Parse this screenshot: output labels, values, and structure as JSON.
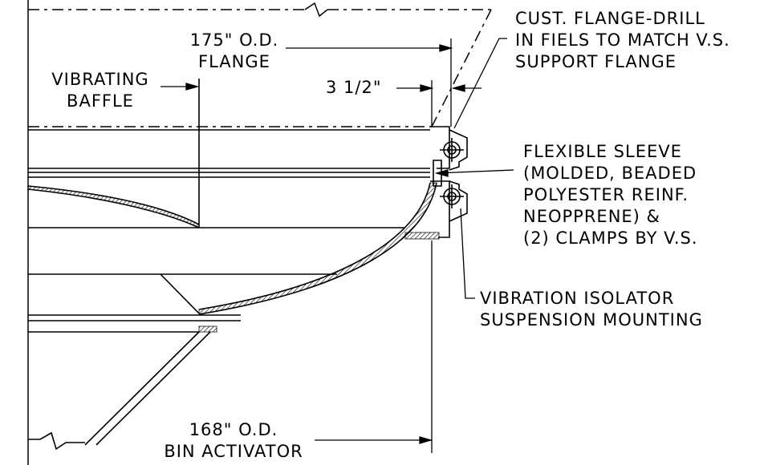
{
  "labels": {
    "cust_flange": [
      "CUST. FLANGE-DRILL",
      "IN FIELS TO MATCH V.S.",
      "SUPPORT FLANGE"
    ],
    "od_175": [
      "175\" O.D.",
      "FLANGE"
    ],
    "vibrating_baffle": [
      "VIBRATING",
      "BAFFLE"
    ],
    "dim_3_5": "3 1/2\"",
    "flexible_sleeve": [
      "FLEXIBLE SLEEVE",
      "(MOLDED, BEADED",
      "POLYESTER REINF.",
      "NEOPPRENE) &",
      "(2) CLAMPS BY V.S."
    ],
    "vibration_isolator": [
      "VIBRATION ISOLATOR",
      "SUSPENSION MOUNTING"
    ],
    "od_168": [
      "168\" O.D.",
      "BIN ACTIVATOR"
    ]
  }
}
